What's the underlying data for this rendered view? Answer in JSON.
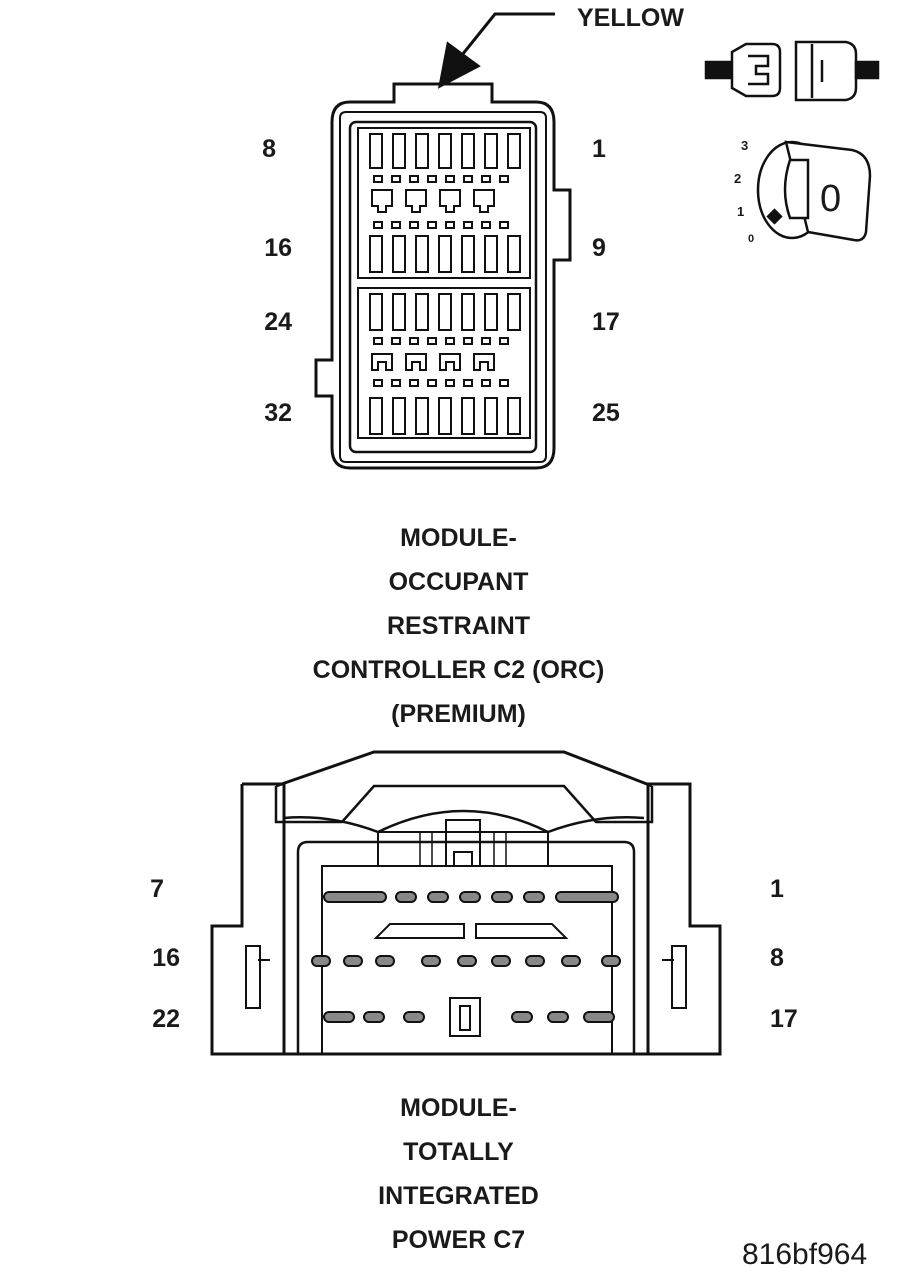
{
  "callout": {
    "color_label": "YELLOW"
  },
  "connector_c2": {
    "pin_labels": {
      "left_row1": "8",
      "right_row1": "1",
      "left_row2": "16",
      "right_row2": "9",
      "left_row3": "24",
      "right_row3": "17",
      "left_row4": "32",
      "right_row4": "25"
    },
    "caption_lines": [
      "MODULE-",
      "OCCUPANT",
      "RESTRAINT",
      "CONTROLLER C2 (ORC)",
      "(PREMIUM)"
    ]
  },
  "lock_icon": {
    "positions": [
      "3",
      "2",
      "1",
      "0"
    ],
    "key_letter": "0"
  },
  "connector_c7": {
    "pin_labels": {
      "left_row1": "7",
      "right_row1": "1",
      "left_row2": "16",
      "right_row2": "8",
      "left_row3": "22",
      "right_row3": "17"
    },
    "caption_lines": [
      "MODULE-",
      "TOTALLY",
      "INTEGRATED",
      "POWER C7"
    ]
  },
  "figure_id": "816bf964"
}
